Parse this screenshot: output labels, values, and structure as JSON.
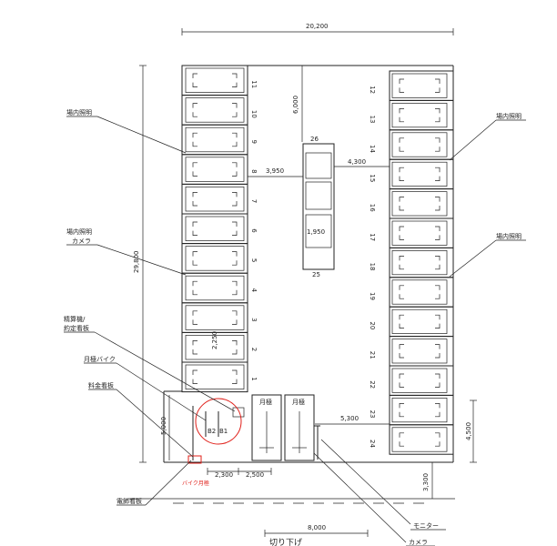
{
  "labels": {
    "light1": "場内照明",
    "light2": "場内照明",
    "light3": "場内照明",
    "light_cam_a": "場内照明",
    "light_cam_b": "カメラ",
    "payment_a": "精算機/",
    "payment_b": "約定看板",
    "bike": "月極バイク",
    "fee_sign": "料金看板",
    "pole_sign": "電飾看板",
    "bike_red": "バイク月極",
    "monitor": "モニター",
    "camera": "カメラ",
    "cut": "切り下げ",
    "monthly1": "月極",
    "monthly2": "月極",
    "b2": "B2",
    "b1": "B1",
    "island_top": "26",
    "island_bottom": "25"
  },
  "dims": {
    "top": "20,200",
    "left": "29,800",
    "aisle_v": "6,000",
    "d3950": "3,950",
    "d4300": "4,300",
    "d1950": "1,950",
    "d2250": "2,250",
    "d5000": "5,000",
    "d5300": "5,300",
    "d4500": "4,500",
    "d3300": "3,300",
    "d2300": "2,300",
    "d2500": "2,500",
    "d8000": "8,000"
  },
  "left_nums": [
    "11",
    "10",
    "9",
    "8",
    "7",
    "6",
    "5",
    "4",
    "3",
    "2",
    "1"
  ],
  "right_nums": [
    "12",
    "13",
    "14",
    "15",
    "16",
    "17",
    "18",
    "19",
    "20",
    "21",
    "22",
    "23",
    "24"
  ]
}
